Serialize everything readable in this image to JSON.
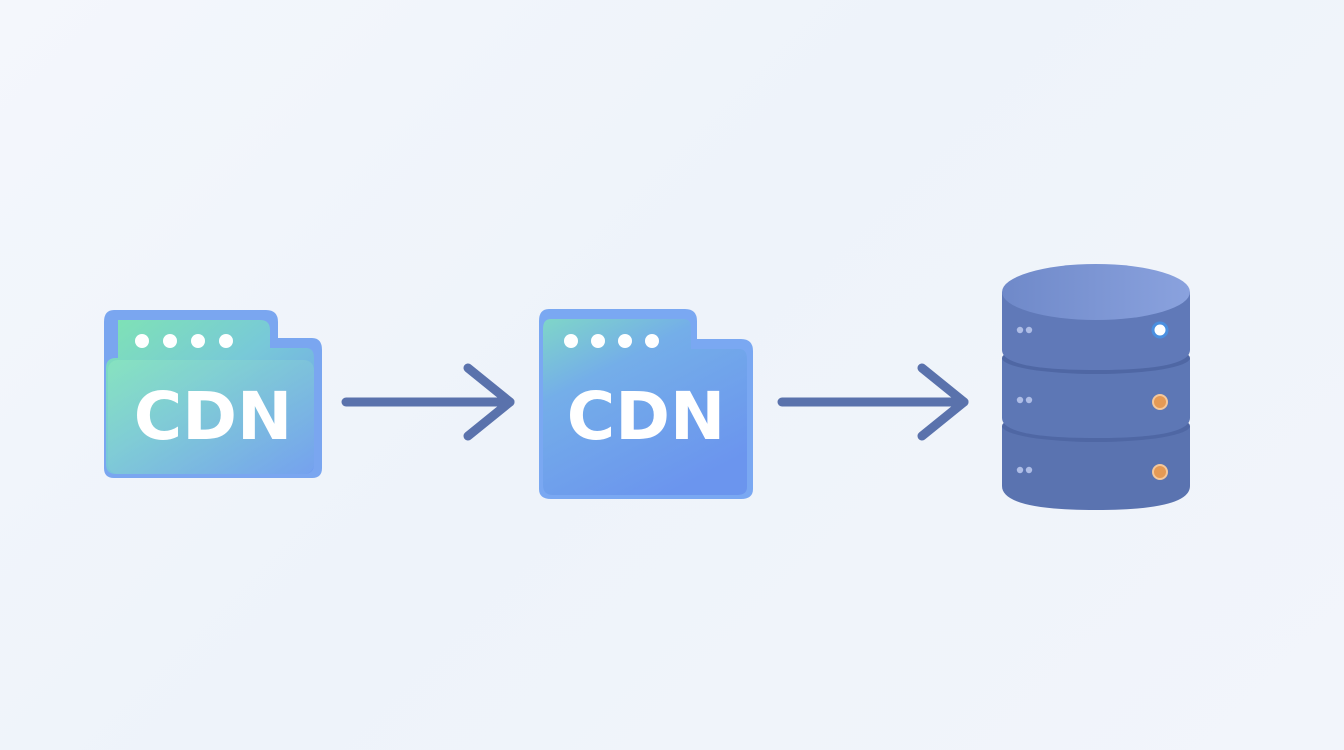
{
  "diagram": {
    "nodes": [
      {
        "id": "cdn-1",
        "label": "CDN",
        "icon": "cdn-folder-icon"
      },
      {
        "id": "cdn-2",
        "label": "CDN",
        "icon": "cdn-folder-icon"
      },
      {
        "id": "origin-db",
        "label": "",
        "icon": "database-server-icon"
      }
    ],
    "edges": [
      {
        "from": "cdn-1",
        "to": "cdn-2"
      },
      {
        "from": "cdn-2",
        "to": "origin-db"
      }
    ]
  },
  "colors": {
    "background": "#f2f5fb",
    "arrow": "#5a72ac",
    "folder_blue": "#6f9cf0",
    "folder_green": "#7fe0b2",
    "database_body": "#5c75b2",
    "database_top": "#7d96d6",
    "light_blue_indicator": "#4a8fe0",
    "light_orange_indicator": "#e59a55"
  }
}
